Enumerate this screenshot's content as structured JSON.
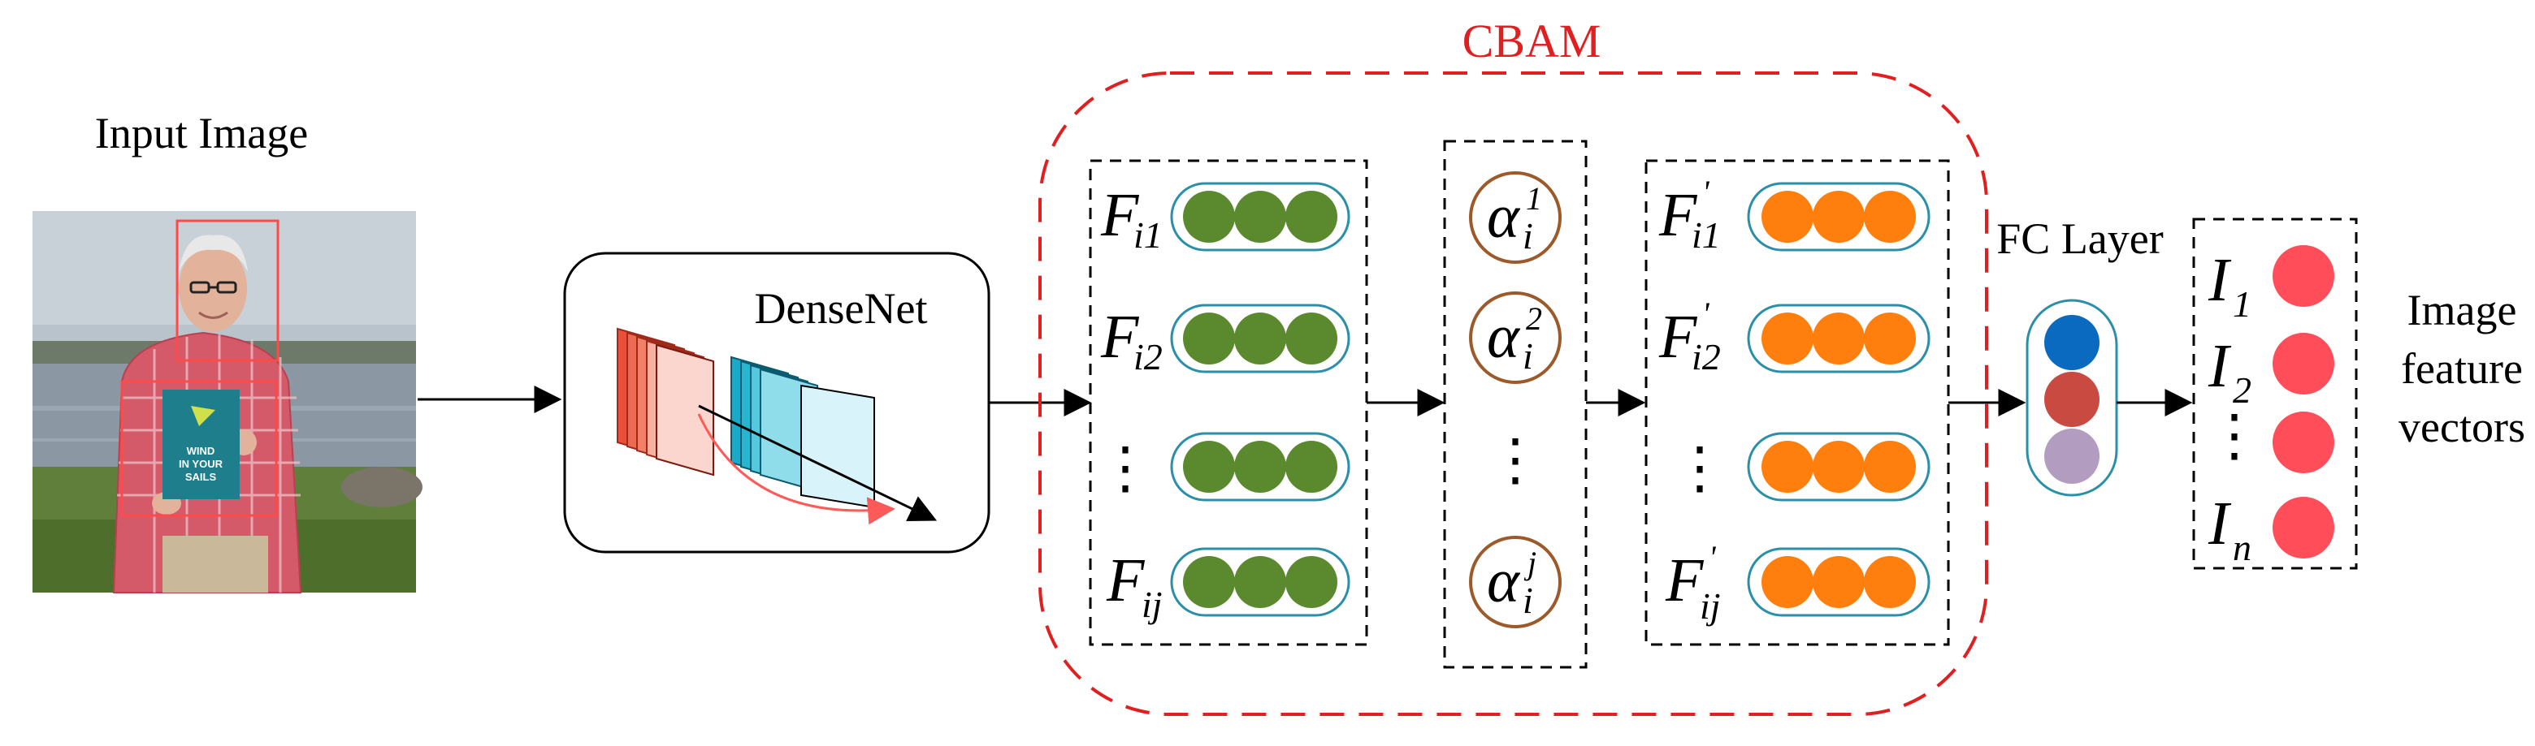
{
  "input_label": "Input Image",
  "photo_book_text": "WIND IN YOUR SAILS",
  "densenet_label": "DenseNet",
  "cbam_label": "CBAM",
  "fc_label": "FC Layer",
  "output_label": [
    "Image",
    "feature",
    "vectors"
  ],
  "features_in": {
    "symbol": "F",
    "subs": [
      "i1",
      "i2",
      "ij"
    ],
    "ellipsis": "⋮"
  },
  "attention": {
    "symbol": "α",
    "sub": "i",
    "sups": [
      "1",
      "2",
      "j"
    ],
    "ellipsis": "⋮"
  },
  "features_out": {
    "symbol": "F",
    "prime": "'",
    "subs": [
      "i1",
      "i2",
      "ij"
    ],
    "ellipsis": "⋮"
  },
  "outputs": {
    "symbol": "I",
    "subs": [
      "1",
      "2",
      "n"
    ],
    "ellipsis": "⋮"
  },
  "colors": {
    "cbam_border": "#e02020",
    "green_node": "#5b8a2e",
    "orange_node": "#ff7f0e",
    "pill_border": "#2a8fa8",
    "alpha_border": "#9c5a2a",
    "fc_nodes": [
      "#0a6ac0",
      "#c84a40",
      "#b29cc0"
    ],
    "output_node": "#ff4d5a",
    "red_maps": "#e8503a",
    "cyan_maps": "#27b6cf"
  }
}
